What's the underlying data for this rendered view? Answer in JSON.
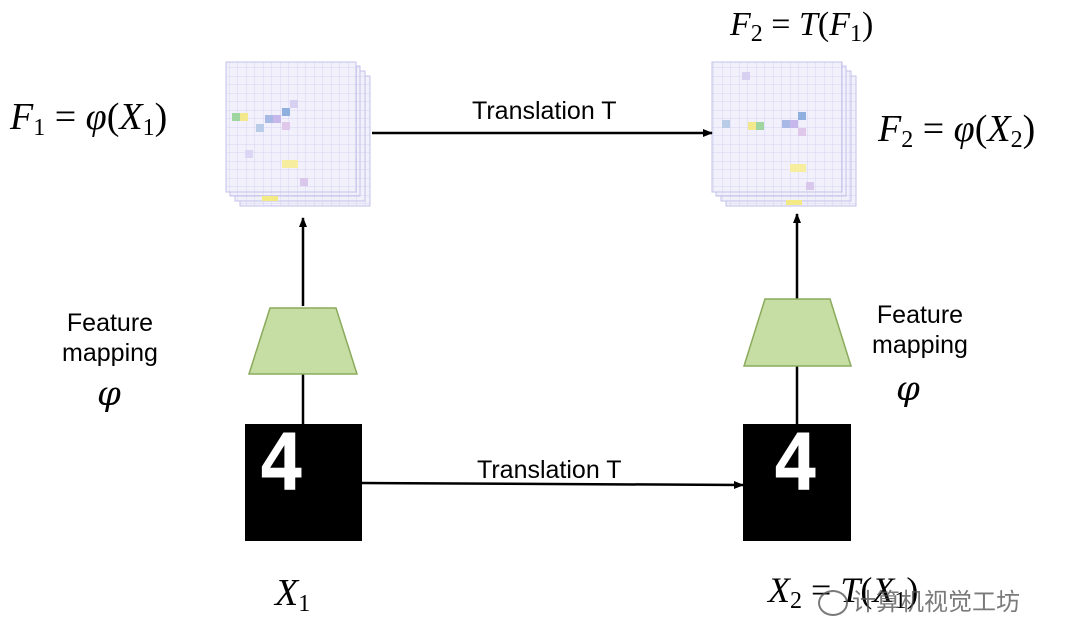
{
  "diagram": {
    "top_left_formula": {
      "lhs": "F",
      "lhs_sub": "1",
      "eq": " = ",
      "func": "φ",
      "arg": "X",
      "arg_sub": "1"
    },
    "top_right_formula": {
      "lhs": "F",
      "lhs_sub": "2",
      "eq": " = ",
      "func": "φ",
      "arg": "X",
      "arg_sub": "2"
    },
    "top_formula": {
      "lhs": "F",
      "lhs_sub": "2",
      "eq": " = ",
      "func": "T",
      "arg": "F",
      "arg_sub": "1"
    },
    "bottom_left_label": {
      "var": "X",
      "sub": "1"
    },
    "bottom_right_label": {
      "var": "X",
      "sub": "2",
      "eq": " = ",
      "func": "T",
      "arg": "X",
      "arg_sub": "1"
    },
    "translation_top": "Translation T",
    "translation_bottom": "Translation T",
    "feature_mapping_left": {
      "line1": "Feature",
      "line2": "mapping",
      "symbol": "φ"
    },
    "feature_mapping_right": {
      "line1": "Feature",
      "line2": "mapping",
      "symbol": "φ"
    },
    "digit_left": "4",
    "digit_right": "4",
    "colors": {
      "trapezoid_fill": "#c6dda3",
      "trapezoid_stroke": "#8aab5c",
      "feature_map_fill": "#ecebf8",
      "feature_map_grid": "#c9c8ea",
      "image_bg": "#000000"
    }
  },
  "watermark": {
    "text": "计算机视觉工坊"
  }
}
